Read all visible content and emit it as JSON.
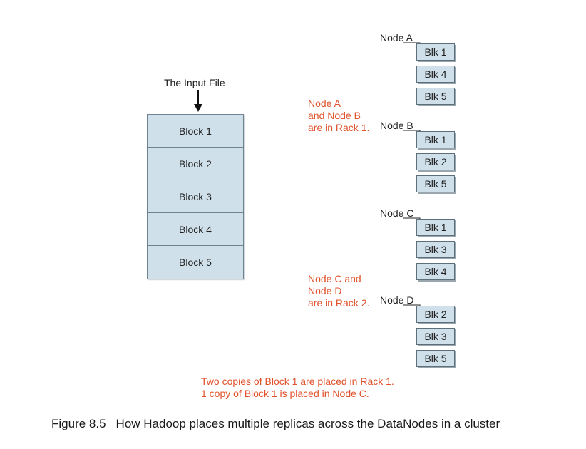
{
  "input_file": {
    "label": "The Input File",
    "blocks": [
      "Block 1",
      "Block 2",
      "Block 3",
      "Block 4",
      "Block 5"
    ]
  },
  "nodes": [
    {
      "label": "Node A",
      "blocks": [
        "Blk 1",
        "Blk 4",
        "Blk 5"
      ]
    },
    {
      "label": "Node B",
      "blocks": [
        "Blk 1",
        "Blk 2",
        "Blk 5"
      ]
    },
    {
      "label": "Node C",
      "blocks": [
        "Blk 1",
        "Blk 3",
        "Blk 4"
      ]
    },
    {
      "label": "Node D",
      "blocks": [
        "Blk 2",
        "Blk 3",
        "Blk 5"
      ]
    }
  ],
  "rack_notes": [
    {
      "lines": [
        "Node A",
        "and Node B",
        "are in Rack 1."
      ]
    },
    {
      "lines": [
        "Node C and",
        "Node D",
        "are in Rack 2."
      ]
    }
  ],
  "replica_note": {
    "lines": [
      "Two copies of Block 1 are placed in Rack 1.",
      "1 copy of Block 1 is placed in Node C."
    ]
  },
  "caption": {
    "number": "Figure 8.5",
    "text": "How Hadoop places multiple replicas across the DataNodes in a cluster"
  },
  "colors": {
    "block_fill": "#cfe0ea",
    "block_border": "#5e6f7c",
    "note_text": "#e0522b"
  }
}
